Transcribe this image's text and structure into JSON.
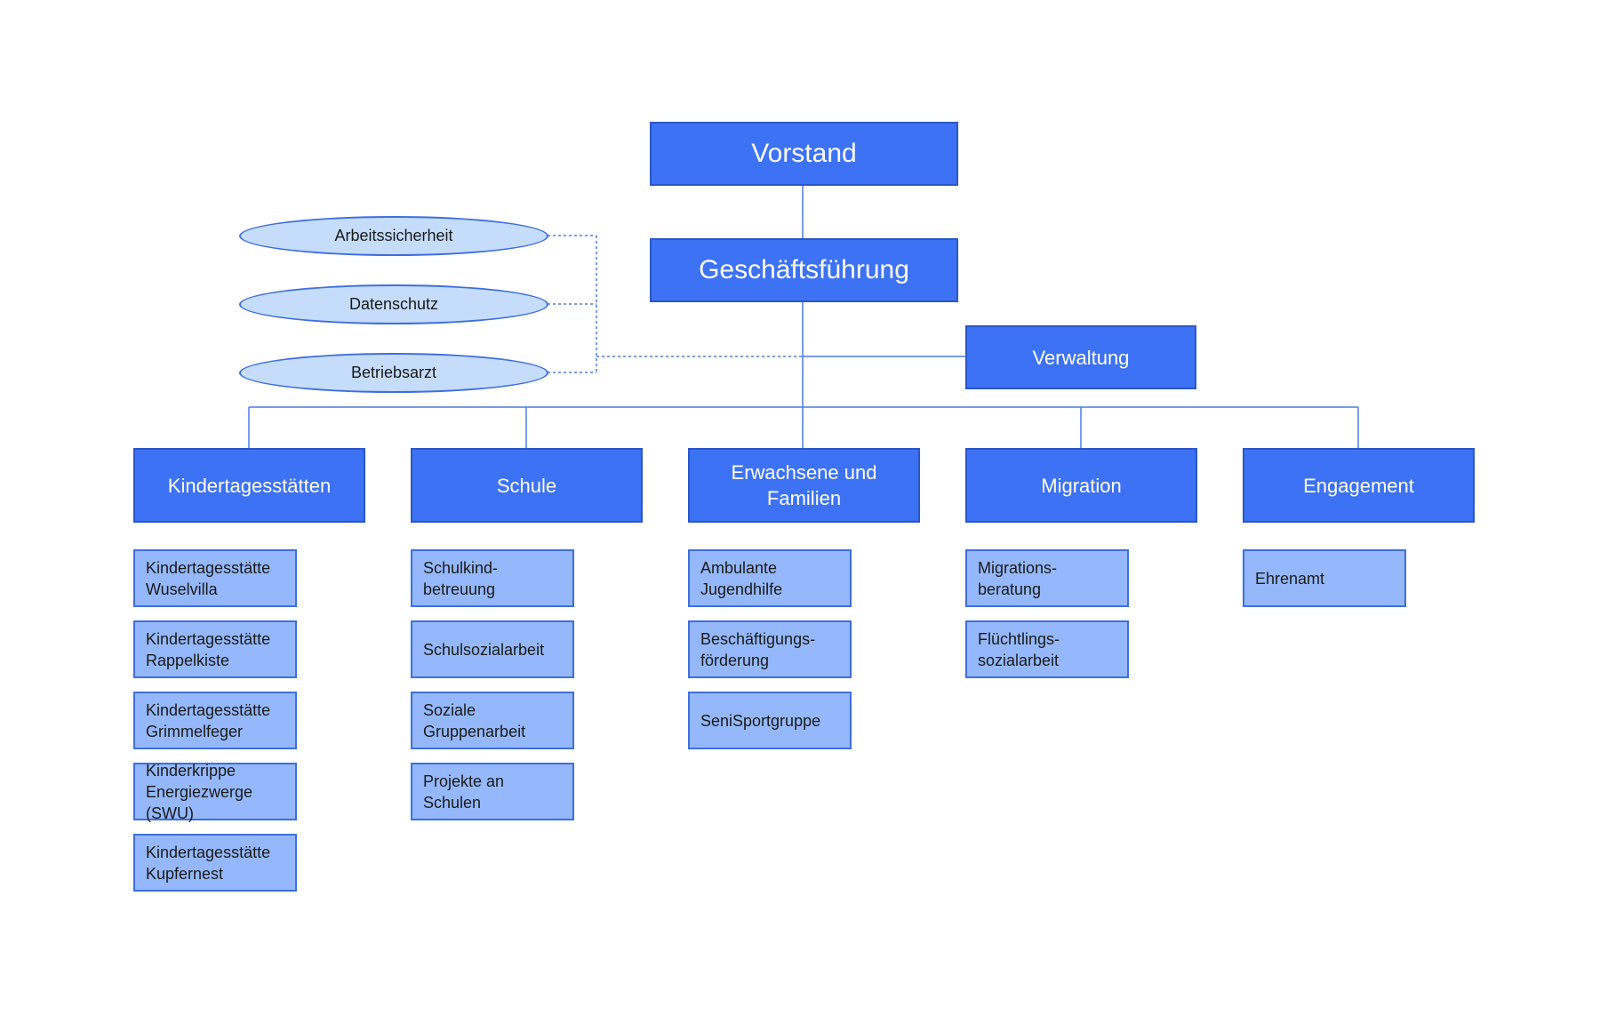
{
  "vorstand": "Vorstand",
  "geschaeftsfuehrung": "Geschäftsführung",
  "verwaltung": "Verwaltung",
  "staff": [
    "Arbeitssicherheit",
    "Datenschutz",
    "Betriebsarzt"
  ],
  "departments": [
    {
      "label": "Kindertagesstätten",
      "items": [
        "Kindertagesstätte\nWuselvilla",
        "Kindertagesstätte\nRappelkiste",
        "Kindertagesstätte\nGrimmelfeger",
        "Kinderkrippe\nEnergiezwerge\n(SWU)",
        "Kindertagesstätte\nKupfernest"
      ]
    },
    {
      "label": "Schule",
      "items": [
        "Schulkind-\nbetreuung",
        "Schulsozialarbeit",
        "Soziale\nGruppenarbeit",
        "Projekte an\nSchulen"
      ]
    },
    {
      "label": "Erwachsene und\nFamilien",
      "items": [
        "Ambulante\nJugendhilfe",
        "Beschäftigungs-\nförderung",
        "SeniSportgruppe"
      ]
    },
    {
      "label": "Migration",
      "items": [
        "Migrations-\nberatung",
        "Flüchtlings-\nsozialarbeit"
      ]
    },
    {
      "label": "Engagement",
      "items": [
        "Ehrenamt"
      ]
    }
  ]
}
